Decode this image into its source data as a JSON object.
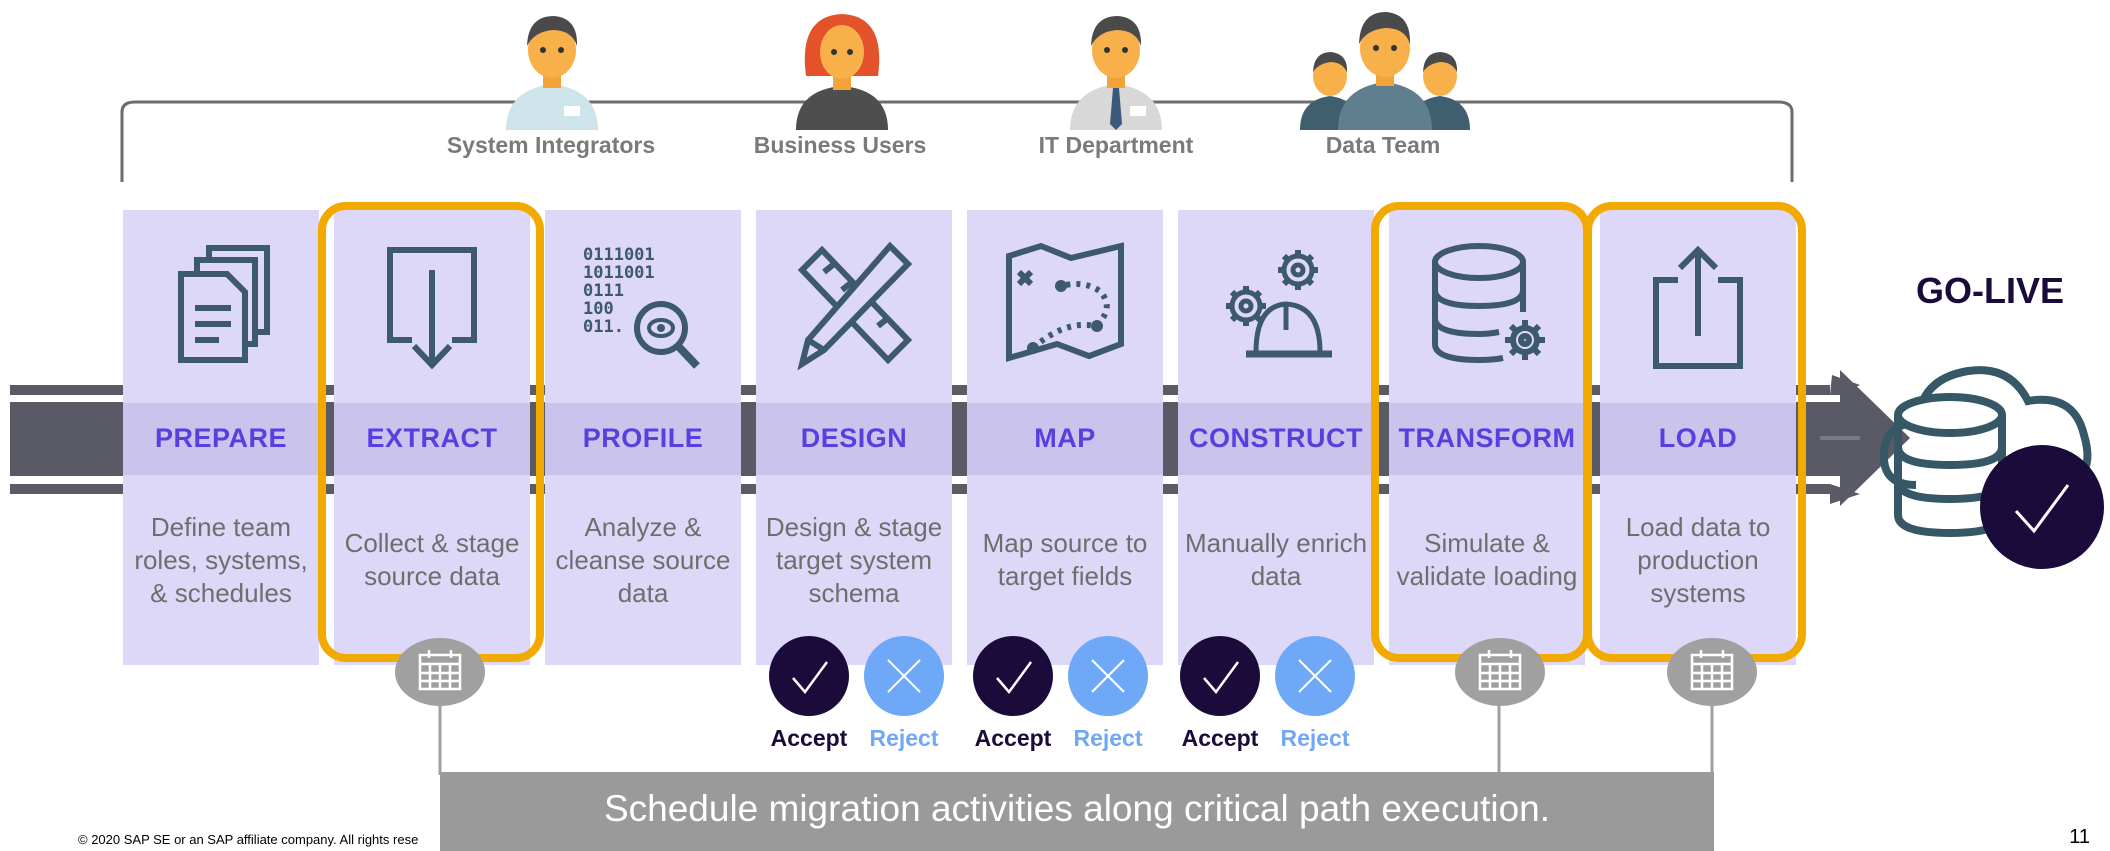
{
  "roles": [
    {
      "label": "System Integrators"
    },
    {
      "label": "Business Users"
    },
    {
      "label": "IT Department"
    },
    {
      "label": "Data Team"
    }
  ],
  "stages": [
    {
      "label": "PREPARE",
      "desc": "Define team roles, systems, & schedules",
      "icon": "documents-icon"
    },
    {
      "label": "EXTRACT",
      "desc": "Collect & stage source data",
      "icon": "download-icon"
    },
    {
      "label": "PROFILE",
      "desc": "Analyze & cleanse source data",
      "icon": "binary-magnifier-icon",
      "binary": [
        "0111001",
        "1011001",
        "0111",
        "100",
        "011."
      ]
    },
    {
      "label": "DESIGN",
      "desc": "Design & stage target system schema",
      "icon": "ruler-pencil-icon"
    },
    {
      "label": "MAP",
      "desc": "Map source to target fields",
      "icon": "map-icon"
    },
    {
      "label": "CONSTRUCT",
      "desc": "Manually enrich data",
      "icon": "gears-helmet-icon"
    },
    {
      "label": "TRANSFORM",
      "desc": "Simulate & validate loading",
      "icon": "database-gear-icon"
    },
    {
      "label": "LOAD",
      "desc": "Load data to production systems",
      "icon": "upload-icon"
    }
  ],
  "decisions": {
    "accept": "Accept",
    "reject": "Reject"
  },
  "golive": "GO-LIVE",
  "banner": "Schedule migration activities along critical path execution.",
  "copyright": "© 2020 SAP SE or an SAP affiliate company. All rights rese",
  "page_number": "11",
  "colors": {
    "stage_bg": "#ded8f8",
    "label": "#5a3ee0",
    "highlight": "#f2a900",
    "accept": "#1a0b3a",
    "reject": "#6fa8f7",
    "arrow": "#55555f"
  }
}
